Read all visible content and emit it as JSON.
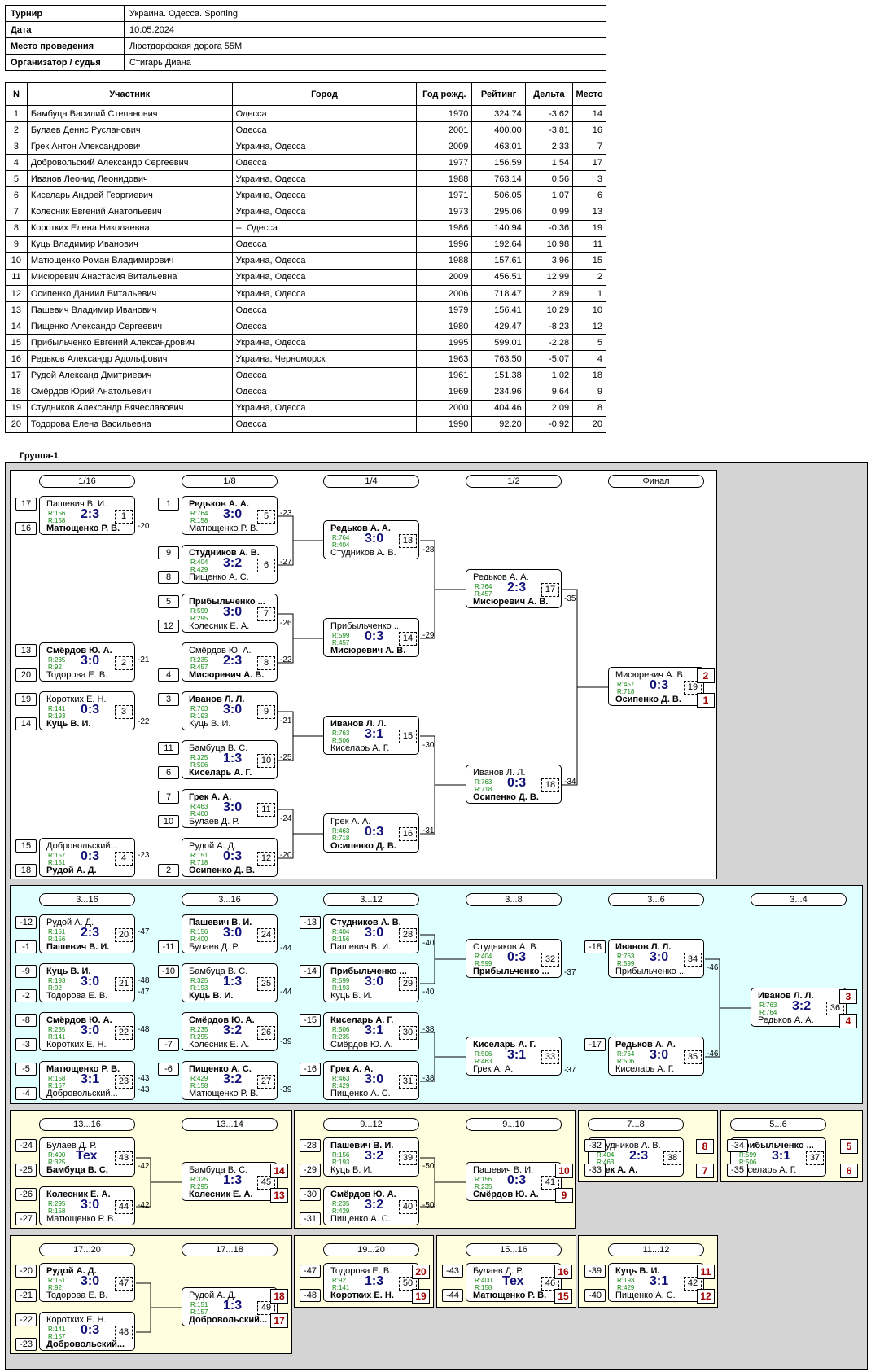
{
  "info": [
    [
      "Турнир",
      "Украина. Одесса. Sporting"
    ],
    [
      "Дата",
      "10.05.2024"
    ],
    [
      "Место проведения",
      "Люстдорфская дорога 55М"
    ],
    [
      "Организатор / судья",
      "Стигарь Диана"
    ]
  ],
  "headers": [
    "N",
    "Участник",
    "Город",
    "Год рожд.",
    "Рейтинг",
    "Дельта",
    "Место"
  ],
  "participants": [
    [
      "1",
      "Бамбуца Василий Степанович",
      "Одесса",
      "1970",
      "324.74",
      "-3.62",
      "14"
    ],
    [
      "2",
      "Булаев Денис Русланович",
      "Одесса",
      "2001",
      "400.00",
      "-3.81",
      "16"
    ],
    [
      "3",
      "Грек Антон Александрович",
      "Украина, Одесса",
      "2009",
      "463.01",
      "2.33",
      "7"
    ],
    [
      "4",
      "Добровольский Александр Сергеевич",
      "Одесса",
      "1977",
      "156.59",
      "1.54",
      "17"
    ],
    [
      "5",
      "Иванов Леонид Леонидович",
      "Украина, Одесса",
      "1988",
      "763.14",
      "0.56",
      "3"
    ],
    [
      "6",
      "Киселарь Андрей Георгиевич",
      "Украина, Одесса",
      "1971",
      "506.05",
      "1.07",
      "6"
    ],
    [
      "7",
      "Колесник Евгений Анатольевич",
      "Украина, Одесса",
      "1973",
      "295.06",
      "0.99",
      "13"
    ],
    [
      "8",
      "Коротких Елена Николаевна",
      "--, Одесса",
      "1986",
      "140.94",
      "-0.36",
      "19"
    ],
    [
      "9",
      "Куць Владимир Иванович",
      "Одесса",
      "1996",
      "192.64",
      "10.98",
      "11"
    ],
    [
      "10",
      "Матющенко Роман Владимирович",
      "Украина, Одесса",
      "1988",
      "157.61",
      "3.96",
      "15"
    ],
    [
      "11",
      "Мисюревич Анастасия Витальевна",
      "Украина, Одесса",
      "2009",
      "456.51",
      "12.99",
      "2"
    ],
    [
      "12",
      "Осипенко Даниил Витальевич",
      "Украина, Одесса",
      "2006",
      "718.47",
      "2.89",
      "1"
    ],
    [
      "13",
      "Пашевич Владимир Иванович",
      "Одесса",
      "1979",
      "156.41",
      "10.29",
      "10"
    ],
    [
      "14",
      "Пищенко Александр Сергеевич",
      "Одесса",
      "1980",
      "429.47",
      "-8.23",
      "12"
    ],
    [
      "15",
      "Прибыльченко Евгений Александрович",
      "Украина, Одесса",
      "1995",
      "599.01",
      "-2.28",
      "5"
    ],
    [
      "16",
      "Редьков Александр Адольфович",
      "Украина, Черноморск",
      "1963",
      "763.50",
      "-5.07",
      "4"
    ],
    [
      "17",
      "Рудой Александ Дмитриевич",
      "Одесса",
      "1961",
      "151.38",
      "1.02",
      "18"
    ],
    [
      "18",
      "Смёрдов Юрий Анатольевич",
      "Одесса",
      "1969",
      "234.96",
      "9.64",
      "9"
    ],
    [
      "19",
      "Студников Александр Вячеславович",
      "Украина, Одесса",
      "2000",
      "404.46",
      "2.09",
      "8"
    ],
    [
      "20",
      "Тодорова Елена Васильевна",
      "Одесса",
      "1990",
      "92.20",
      "-0.92",
      "20"
    ]
  ],
  "group_title": "Группа-1",
  "round_labels": [
    "1/16",
    "1/8",
    "1/4",
    "1/2",
    "Финал",
    "3...16",
    "3...16",
    "3...12",
    "3...8",
    "3...6",
    "3...4",
    "13...16",
    "13...14",
    "9...12",
    "9...10",
    "7...8",
    "5...6",
    "17...20",
    "17...18",
    "19...20",
    "15...16",
    "11...12"
  ],
  "matches": [
    {
      "p1": "Пашевич В. И.",
      "r1": "R:156",
      "p2": "Матющенко Р. В.",
      "r2": "R:158",
      "score": "2:3",
      "num": "1",
      "w": 2
    },
    {
      "p1": "Смёрдов Ю. А.",
      "r1": "R:235",
      "p2": "Тодорова Е. В.",
      "r2": "R:92",
      "score": "3:0",
      "num": "2",
      "w": 1
    },
    {
      "p1": "Коротких Е. Н.",
      "r1": "R:141",
      "p2": "Куць В. И.",
      "r2": "R:193",
      "score": "0:3",
      "num": "3",
      "w": 2
    },
    {
      "p1": "Добровольский...",
      "r1": "R:157",
      "p2": "Рудой А. Д.",
      "r2": "R:151",
      "score": "0:3",
      "num": "4",
      "w": 2
    },
    {
      "p1": "Редьков А. А.",
      "r1": "R:764",
      "p2": "Матющенко Р. В.",
      "r2": "R:158",
      "score": "3:0",
      "num": "5",
      "w": 1
    },
    {
      "p1": "Студников А. В.",
      "r1": "R:404",
      "p2": "Пищенко А. С.",
      "r2": "R:429",
      "score": "3:2",
      "num": "6",
      "w": 1
    },
    {
      "p1": "Прибыльченко ...",
      "r1": "R:599",
      "p2": "Колесник Е. А.",
      "r2": "R:295",
      "score": "3:0",
      "num": "7",
      "w": 1
    },
    {
      "p1": "Смёрдов Ю. А.",
      "r1": "R:235",
      "p2": "Мисюревич А. В.",
      "r2": "R:457",
      "score": "2:3",
      "num": "8",
      "w": 2
    },
    {
      "p1": "Иванов Л. Л.",
      "r1": "R:763",
      "p2": "Куць В. И.",
      "r2": "R:193",
      "score": "3:0",
      "num": "9",
      "w": 1
    },
    {
      "p1": "Бамбуца В. С.",
      "r1": "R:325",
      "p2": "Киселарь А. Г.",
      "r2": "R:506",
      "score": "1:3",
      "num": "10",
      "w": 2
    },
    {
      "p1": "Грек А. А.",
      "r1": "R:463",
      "p2": "Булаев Д. Р.",
      "r2": "R:400",
      "score": "3:0",
      "num": "11",
      "w": 1
    },
    {
      "p1": "Рудой А. Д.",
      "r1": "R:151",
      "p2": "Осипенко Д. В.",
      "r2": "R:718",
      "score": "0:3",
      "num": "12",
      "w": 2
    },
    {
      "p1": "Редьков А. А.",
      "r1": "R:764",
      "p2": "Студников А. В.",
      "r2": "R:404",
      "score": "3:0",
      "num": "13",
      "w": 1
    },
    {
      "p1": "Прибыльченко ...",
      "r1": "R:599",
      "p2": "Мисюревич А. В.",
      "r2": "R:457",
      "score": "0:3",
      "num": "14",
      "w": 2
    },
    {
      "p1": "Иванов Л. Л.",
      "r1": "R:763",
      "p2": "Киселарь А. Г.",
      "r2": "R:506",
      "score": "3:1",
      "num": "15",
      "w": 1
    },
    {
      "p1": "Грек А. А.",
      "r1": "R:463",
      "p2": "Осипенко Д. В.",
      "r2": "R:718",
      "score": "0:3",
      "num": "16",
      "w": 2
    },
    {
      "p1": "Редьков А. А.",
      "r1": "R:764",
      "p2": "Мисюревич А. В.",
      "r2": "R:457",
      "score": "2:3",
      "num": "17",
      "w": 2
    },
    {
      "p1": "Иванов Л. Л.",
      "r1": "R:763",
      "p2": "Осипенко Д. В.",
      "r2": "R:718",
      "score": "0:3",
      "num": "18",
      "w": 2
    },
    {
      "p1": "Мисюревич А. В.",
      "r1": "R:457",
      "p2": "Осипенко Д. В.",
      "r2": "R:718",
      "score": "0:3",
      "num": "19",
      "w": 2
    },
    {
      "p1": "Рудой А. Д.",
      "r1": "R:151",
      "p2": "Пашевич В. И.",
      "r2": "R:156",
      "score": "2:3",
      "num": "20",
      "w": 2
    },
    {
      "p1": "Куць В. И.",
      "r1": "R:193",
      "p2": "Тодорова Е. В.",
      "r2": "R:92",
      "score": "3:0",
      "num": "21",
      "w": 1
    },
    {
      "p1": "Смёрдов Ю. А.",
      "r1": "R:235",
      "p2": "Коротких Е. Н.",
      "r2": "R:141",
      "score": "3:0",
      "num": "22",
      "w": 1
    },
    {
      "p1": "Матющенко Р. В.",
      "r1": "R:158",
      "p2": "Добровольский...",
      "r2": "R:157",
      "score": "3:1",
      "num": "23",
      "w": 1
    },
    {
      "p1": "Пашевич В. И.",
      "r1": "R:156",
      "p2": "Булаев Д. Р.",
      "r2": "R:400",
      "score": "3:0",
      "num": "24",
      "w": 1
    },
    {
      "p1": "Бамбуца В. С.",
      "r1": "R:325",
      "p2": "Куць В. И.",
      "r2": "R:193",
      "score": "1:3",
      "num": "25",
      "w": 2
    },
    {
      "p1": "Смёрдов Ю. А.",
      "r1": "R:235",
      "p2": "Колесник Е. А.",
      "r2": "R:295",
      "score": "3:2",
      "num": "26",
      "w": 1
    },
    {
      "p1": "Пищенко А. С.",
      "r1": "R:429",
      "p2": "Матющенко Р. В.",
      "r2": "R:158",
      "score": "3:2",
      "num": "27",
      "w": 1
    },
    {
      "p1": "Студников А. В.",
      "r1": "R:404",
      "p2": "Пашевич В. И.",
      "r2": "R:156",
      "score": "3:0",
      "num": "28",
      "w": 1
    },
    {
      "p1": "Прибыльченко ...",
      "r1": "R:599",
      "p2": "Куць В. И.",
      "r2": "R:193",
      "score": "3:0",
      "num": "29",
      "w": 1
    },
    {
      "p1": "Киселарь А. Г.",
      "r1": "R:506",
      "p2": "Смёрдов Ю. А.",
      "r2": "R:235",
      "score": "3:1",
      "num": "30",
      "w": 1
    },
    {
      "p1": "Грек А. А.",
      "r1": "R:463",
      "p2": "Пищенко А. С.",
      "r2": "R:429",
      "score": "3:0",
      "num": "31",
      "w": 1
    },
    {
      "p1": "Студников А. В.",
      "r1": "R:404",
      "p2": "Прибыльченко ...",
      "r2": "R:599",
      "score": "0:3",
      "num": "32",
      "w": 2
    },
    {
      "p1": "Киселарь А. Г.",
      "r1": "R:506",
      "p2": "Грек А. А.",
      "r2": "R:463",
      "score": "3:1",
      "num": "33",
      "w": 1
    },
    {
      "p1": "Иванов Л. Л.",
      "r1": "R:763",
      "p2": "Прибыльченко ...",
      "r2": "R:599",
      "score": "3:0",
      "num": "34",
      "w": 1
    },
    {
      "p1": "Редьков А. А.",
      "r1": "R:764",
      "p2": "Киселарь А. Г.",
      "r2": "R:506",
      "score": "3:0",
      "num": "35",
      "w": 1
    },
    {
      "p1": "Иванов Л. Л.",
      "r1": "R:763",
      "p2": "Редьков А. А.",
      "r2": "R:764",
      "score": "3:2",
      "num": "36",
      "w": 1
    },
    {
      "p1": "Прибыльченко ...",
      "r1": "R:599",
      "p2": "Киселарь А. Г.",
      "r2": "R:506",
      "score": "3:1",
      "num": "37",
      "w": 1
    },
    {
      "p1": "Студников А. В.",
      "r1": "R:404",
      "p2": "Грек А. А.",
      "r2": "R:463",
      "score": "2:3",
      "num": "38",
      "w": 2
    },
    {
      "p1": "Пашевич В. И.",
      "r1": "R:156",
      "p2": "Куць В. И.",
      "r2": "R:193",
      "score": "3:2",
      "num": "39",
      "w": 1
    },
    {
      "p1": "Смёрдов Ю. А.",
      "r1": "R:235",
      "p2": "Пищенко А. С.",
      "r2": "R:429",
      "score": "3:2",
      "num": "40",
      "w": 1
    },
    {
      "p1": "Пашевич В. И.",
      "r1": "R:156",
      "p2": "Смёрдов Ю. А.",
      "r2": "R:235",
      "score": "0:3",
      "num": "41",
      "w": 2
    },
    {
      "p1": "Куць В. И.",
      "r1": "R:193",
      "p2": "Пищенко А. С.",
      "r2": "R:429",
      "score": "3:1",
      "num": "42",
      "w": 1
    },
    {
      "p1": "Булаев Д. Р.",
      "r1": "R:400",
      "p2": "Бамбуца В. С.",
      "r2": "R:325",
      "score": "Тех",
      "num": "43",
      "w": 2
    },
    {
      "p1": "Колесник Е. А.",
      "r1": "R:295",
      "p2": "Матющенко Р. В.",
      "r2": "R:158",
      "score": "3:0",
      "num": "44",
      "w": 1
    },
    {
      "p1": "Бамбуца В. С.",
      "r1": "R:325",
      "p2": "Колесник Е. А.",
      "r2": "R:295",
      "score": "1:3",
      "num": "45",
      "w": 2
    },
    {
      "p1": "Булаев Д. Р.",
      "r1": "R:400",
      "p2": "Матющенко Р. В.",
      "r2": "R:158",
      "score": "Тех",
      "num": "46",
      "w": 2
    },
    {
      "p1": "Рудой А. Д.",
      "r1": "R:151",
      "p2": "Тодорова Е. В.",
      "r2": "R:92",
      "score": "3:0",
      "num": "47",
      "w": 1
    },
    {
      "p1": "Коротких Е. Н.",
      "r1": "R:141",
      "p2": "Добровольский...",
      "r2": "R:157",
      "score": "0:3",
      "num": "48",
      "w": 2
    },
    {
      "p1": "Рудой А. Д.",
      "r1": "R:151",
      "p2": "Добровольский...",
      "r2": "R:157",
      "score": "1:3",
      "num": "49",
      "w": 2
    },
    {
      "p1": "Тодорова Е. В.",
      "r1": "R:92",
      "p2": "Коротких Е. Н.",
      "r2": "R:141",
      "score": "1:3",
      "num": "50",
      "w": 2
    }
  ],
  "seed_labels": [
    "17",
    "16",
    "13",
    "20",
    "19",
    "14",
    "15",
    "18",
    "1",
    "9",
    "8",
    "5",
    "12",
    "4",
    "3",
    "11",
    "6",
    "7",
    "10",
    "2",
    "-12",
    "-1",
    "-9",
    "-2",
    "-8",
    "-3",
    "-5",
    "-4",
    "-11",
    "-10",
    "-7",
    "-6",
    "-13",
    "-14",
    "-15",
    "-16",
    "-18",
    "-17",
    "-24",
    "-25",
    "-26",
    "-27",
    "-28",
    "-29",
    "-30",
    "-31",
    "-32",
    "-33",
    "-34",
    "-35",
    "-20",
    "-21",
    "-22",
    "-23",
    "-47",
    "-48",
    "-43",
    "-44",
    "-39",
    "-40"
  ],
  "place_labels": [
    "2",
    "1",
    "3",
    "4",
    "14",
    "13",
    "10",
    "9",
    "8",
    "7",
    "5",
    "6",
    "18",
    "17",
    "20",
    "19",
    "16",
    "15",
    "11",
    "12"
  ],
  "loser_labels": [
    "-20",
    "-21",
    "-22",
    "-23",
    "-23",
    "-27",
    "-26",
    "-22",
    "-21",
    "-25",
    "-24",
    "-20",
    "-28",
    "-29",
    "-30",
    "-31",
    "-35",
    "-34",
    "-47",
    "-47",
    "-48",
    "-48",
    "-43",
    "-43",
    "-44",
    "-44",
    "-39",
    "-39",
    "-40",
    "-40",
    "-38",
    "-38",
    "-37",
    "-37",
    "-46",
    "-46",
    "-42",
    "-42",
    "-50",
    "-50"
  ]
}
